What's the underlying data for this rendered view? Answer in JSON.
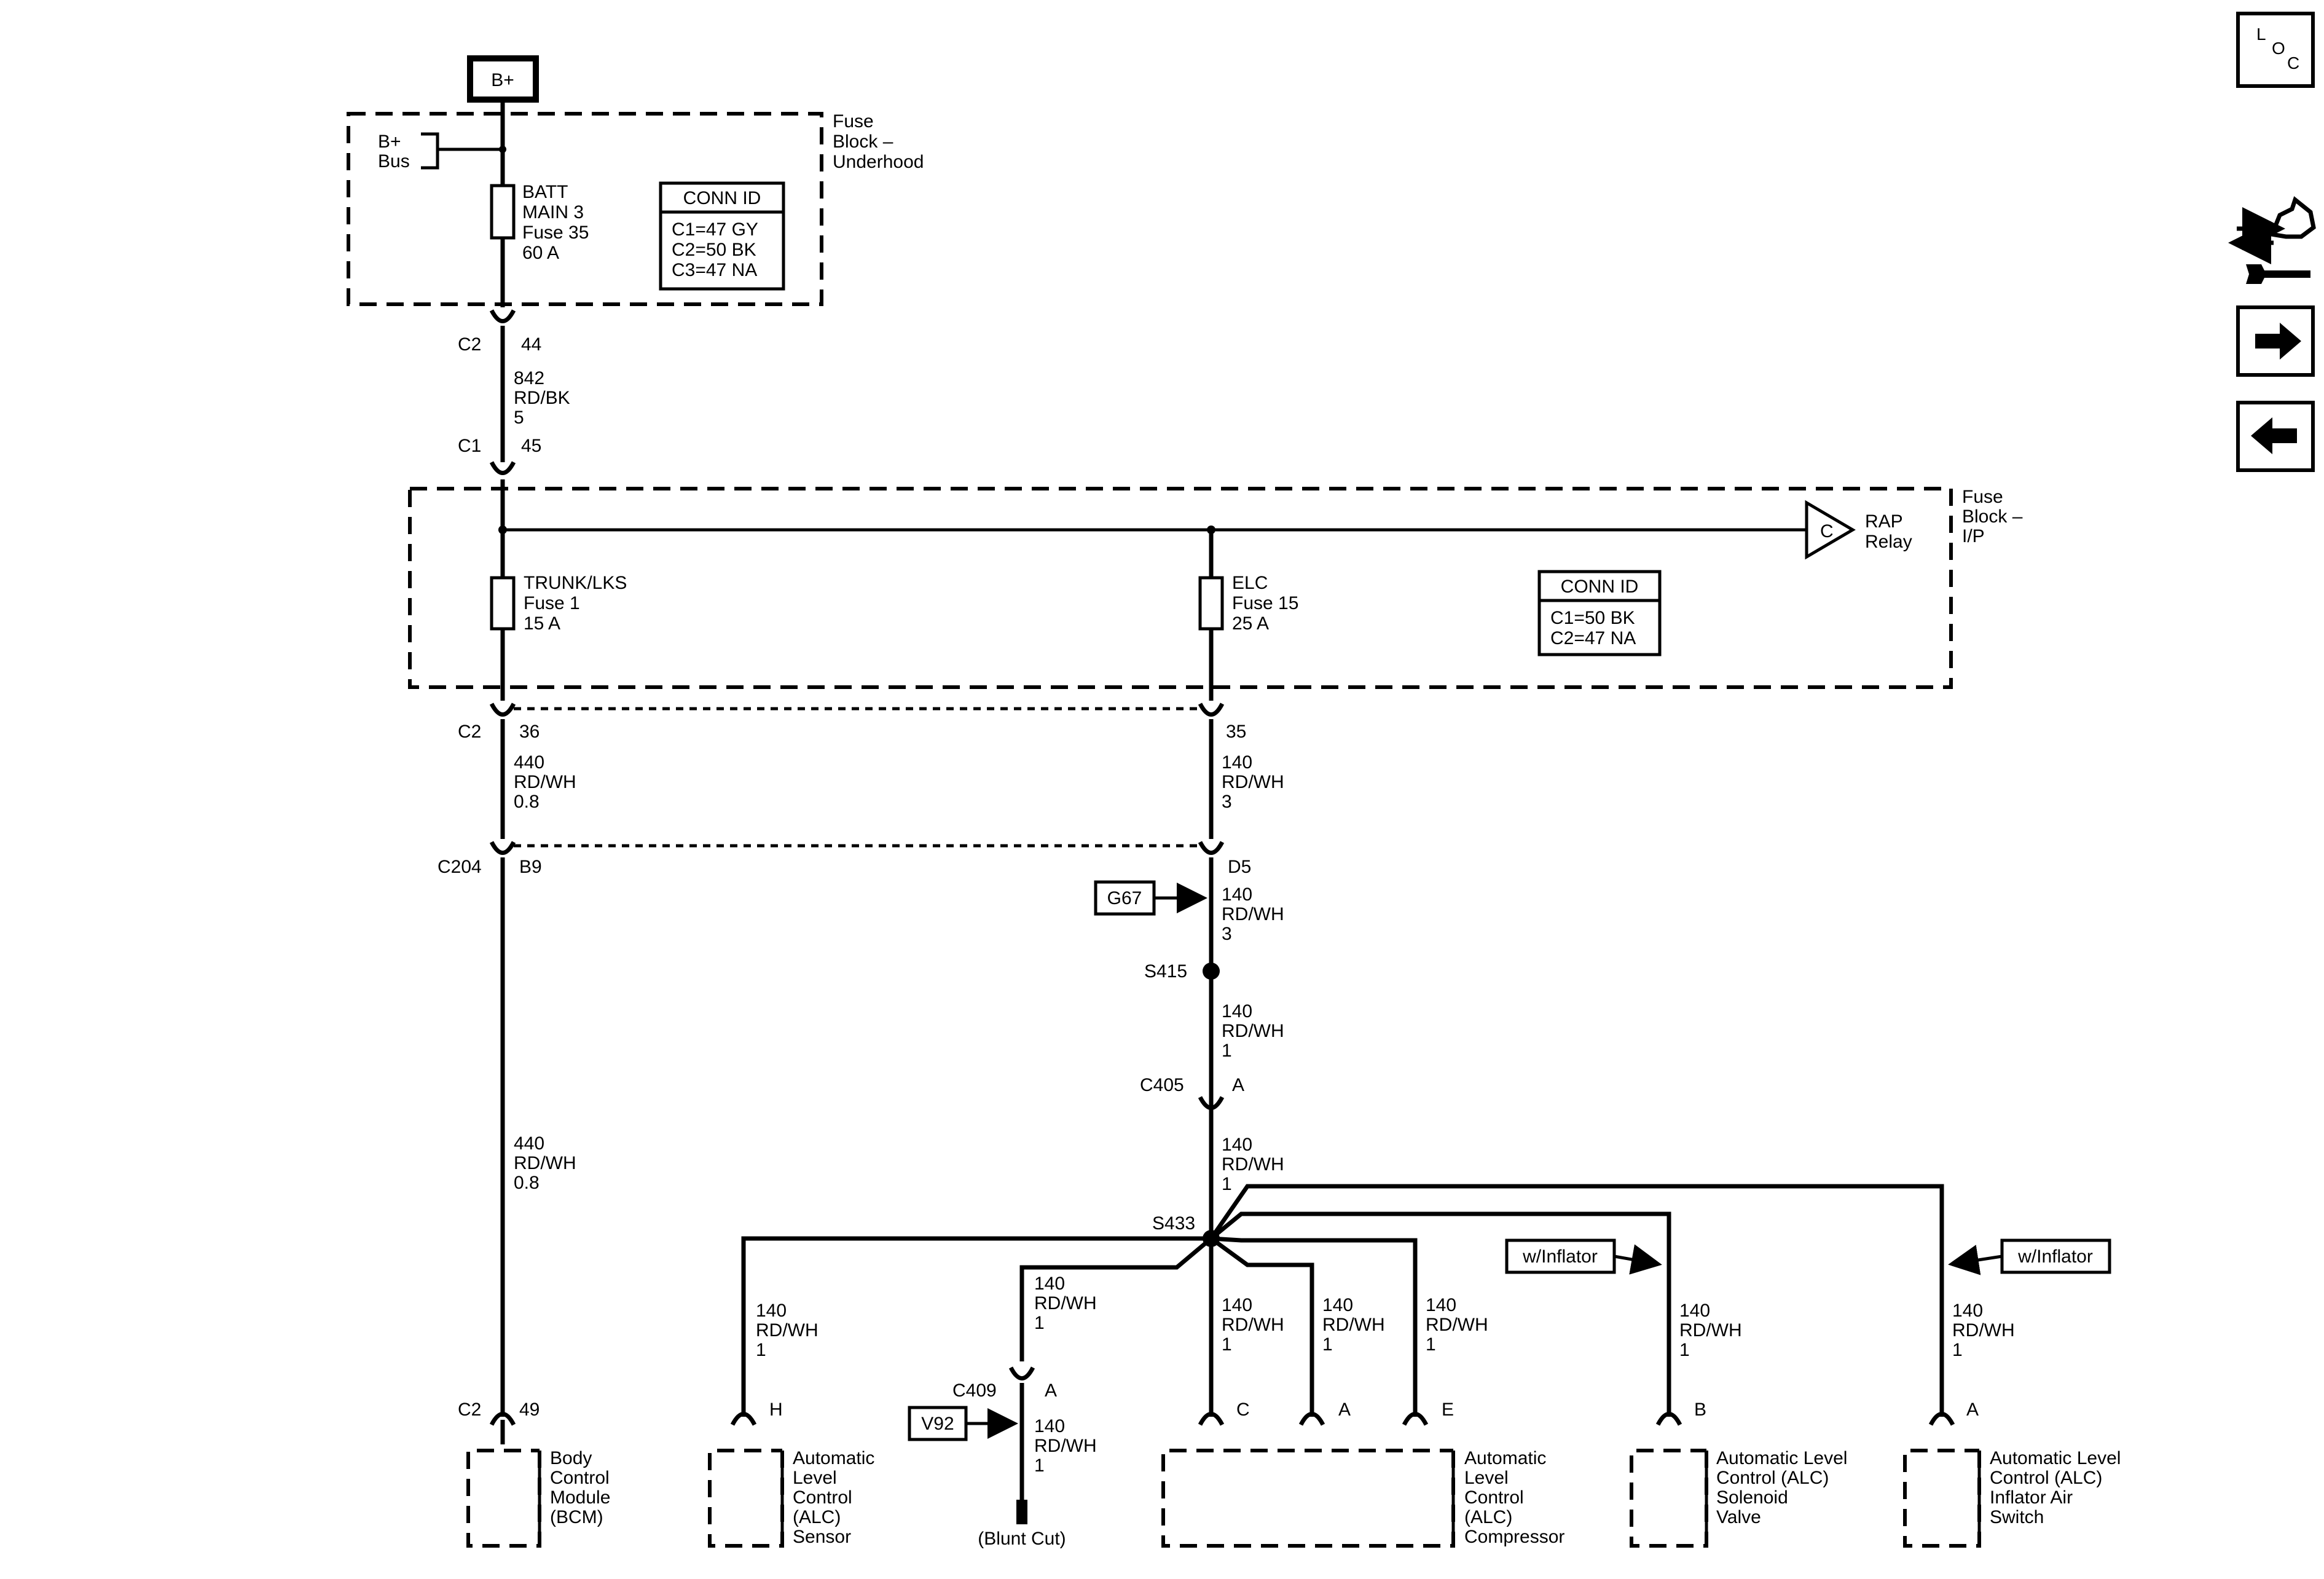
{
  "supply": {
    "bplus_label": "B+",
    "bus_label_1": "B+",
    "bus_label_2": "Bus"
  },
  "fuse_block_underhood": {
    "title_1": "Fuse",
    "title_2": "Block –",
    "title_3": "Underhood",
    "fuse": [
      "BATT",
      "MAIN 3",
      "Fuse 35",
      "60 A"
    ],
    "conn_id_title": "CONN ID",
    "conn_id": [
      "C1=47 GY",
      "C2=50 BK",
      "C3=47 NA"
    ]
  },
  "conn_c2_top": {
    "name": "C2",
    "pin": "44"
  },
  "wire_842": [
    "842",
    "RD/BK",
    "5"
  ],
  "conn_c1": {
    "name": "C1",
    "pin": "45"
  },
  "fuse_block_ip": {
    "title_1": "Fuse",
    "title_2": "Block –",
    "title_3": "I/P",
    "trunk_fuse": [
      "TRUNK/LKS",
      "Fuse 1",
      "15 A"
    ],
    "elc_fuse": [
      "ELC",
      "Fuse 15",
      "25 A"
    ],
    "rap_letter": "C",
    "rap_label": [
      "RAP",
      "Relay"
    ],
    "conn_id_title": "CONN ID",
    "conn_id": [
      "C1=50 BK",
      "C2=47 NA"
    ]
  },
  "conn_c2_mid": {
    "name": "C2",
    "pin_left": "36",
    "pin_right": "35"
  },
  "wire_440_a": [
    "440",
    "RD/WH",
    "0.8"
  ],
  "wire_140_a": [
    "140",
    "RD/WH",
    "3"
  ],
  "conn_c204": {
    "name": "C204",
    "pin_left": "B9",
    "pin_right": "D5"
  },
  "ref_g67": "G67",
  "wire_140_b": [
    "140",
    "RD/WH",
    "3"
  ],
  "splice_s415": "S415",
  "wire_140_c": [
    "140",
    "RD/WH",
    "1"
  ],
  "conn_c405": {
    "name": "C405",
    "pin": "A"
  },
  "wire_140_d": [
    "140",
    "RD/WH",
    "1"
  ],
  "wire_440_b": [
    "440",
    "RD/WH",
    "0.8"
  ],
  "splice_s433": "S433",
  "branch_wires": {
    "sensor": [
      "140",
      "RD/WH",
      "1"
    ],
    "blunt_upper": [
      "140",
      "RD/WH",
      "1"
    ],
    "blunt_lower": [
      "140",
      "RD/WH",
      "1"
    ],
    "comp_c": [
      "140",
      "RD/WH",
      "1"
    ],
    "comp_a": [
      "140",
      "RD/WH",
      "1"
    ],
    "comp_e": [
      "140",
      "RD/WH",
      "1"
    ],
    "solenoid": [
      "140",
      "RD/WH",
      "1"
    ],
    "switch": [
      "140",
      "RD/WH",
      "1"
    ]
  },
  "conn_c409": {
    "name": "C409",
    "pin": "A"
  },
  "ref_v92": "V92",
  "blunt_cut": "(Blunt Cut)",
  "w_inflator_1": "w/Inflator",
  "w_inflator_2": "w/Inflator",
  "conn_c2_bottom": {
    "name": "C2",
    "pin": "49"
  },
  "pins": {
    "sensor": "H",
    "comp_c": "C",
    "comp_a": "A",
    "comp_e": "E",
    "solenoid": "B",
    "switch": "A"
  },
  "components": {
    "bcm": [
      "Body",
      "Control",
      "Module",
      "(BCM)"
    ],
    "sensor": [
      "Automatic",
      "Level",
      "Control",
      "(ALC)",
      "Sensor"
    ],
    "compressor": [
      "Automatic",
      "Level",
      "Control",
      "(ALC)",
      "Compressor"
    ],
    "solenoid": [
      "Automatic Level",
      "Control (ALC)",
      "Solenoid",
      "Valve"
    ],
    "switch": [
      "Automatic Level",
      "Control (ALC)",
      "Inflator Air",
      "Switch"
    ]
  },
  "nav": {
    "loc_l": "L",
    "loc_o": "O",
    "loc_c": "C"
  }
}
